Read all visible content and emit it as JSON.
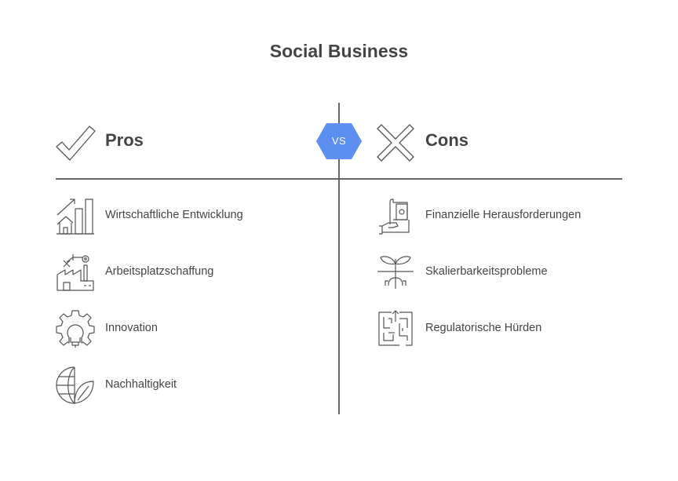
{
  "title": "Social Business",
  "vs_label": "VS",
  "accent_color": "#5b8ff0",
  "pros": {
    "label": "Pros",
    "icon": "checkmark-icon",
    "items": [
      {
        "label": "Wirtschaftliche Entwicklung",
        "icon": "growth-chart-house-icon"
      },
      {
        "label": "Arbeitsplatzschaffung",
        "icon": "factory-robot-arm-icon"
      },
      {
        "label": "Innovation",
        "icon": "gear-lightbulb-icon"
      },
      {
        "label": "Nachhaltigkeit",
        "icon": "globe-leaf-icon"
      }
    ]
  },
  "cons": {
    "label": "Cons",
    "icon": "cross-icon",
    "items": [
      {
        "label": "Finanzielle Herausforderungen",
        "icon": "hand-money-icon"
      },
      {
        "label": "Skalierbarkeitsprobleme",
        "icon": "sprout-roots-icon"
      },
      {
        "label": "Regulatorische Hürden",
        "icon": "maze-icon"
      }
    ]
  }
}
